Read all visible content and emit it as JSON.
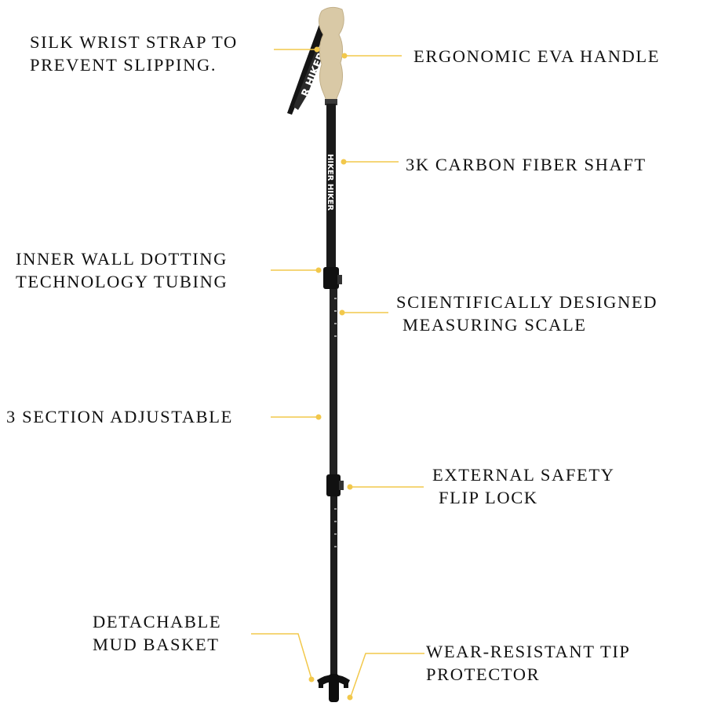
{
  "colors": {
    "leader": "#f2c84b",
    "shaft": "#1a1a1a",
    "grip": "#d9c9a6",
    "text": "#111111"
  },
  "brand_print": {
    "shaft_text": "HIKER HIKER",
    "strap_text": "R HIKER"
  },
  "labels": {
    "wrist_strap": [
      "SILK WRIST STRAP TO",
      "PREVENT SLIPPING."
    ],
    "handle": [
      "ERGONOMIC EVA HANDLE"
    ],
    "shaft": [
      "3K CARBON FIBER SHAFT"
    ],
    "inner_wall": [
      "INNER WALL DOTTING",
      "TECHNOLOGY TUBING"
    ],
    "measuring_scale": [
      "SCIENTIFICALLY DESIGNED",
      "MEASURING SCALE"
    ],
    "adjustable": [
      "3 SECTION ADJUSTABLE"
    ],
    "flip_lock": [
      "EXTERNAL SAFETY",
      "FLIP LOCK"
    ],
    "mud_basket": [
      "DETACHABLE",
      "MUD BASKET"
    ],
    "tip_protector": [
      "WEAR-RESISTANT TIP",
      "PROTECTOR"
    ]
  }
}
